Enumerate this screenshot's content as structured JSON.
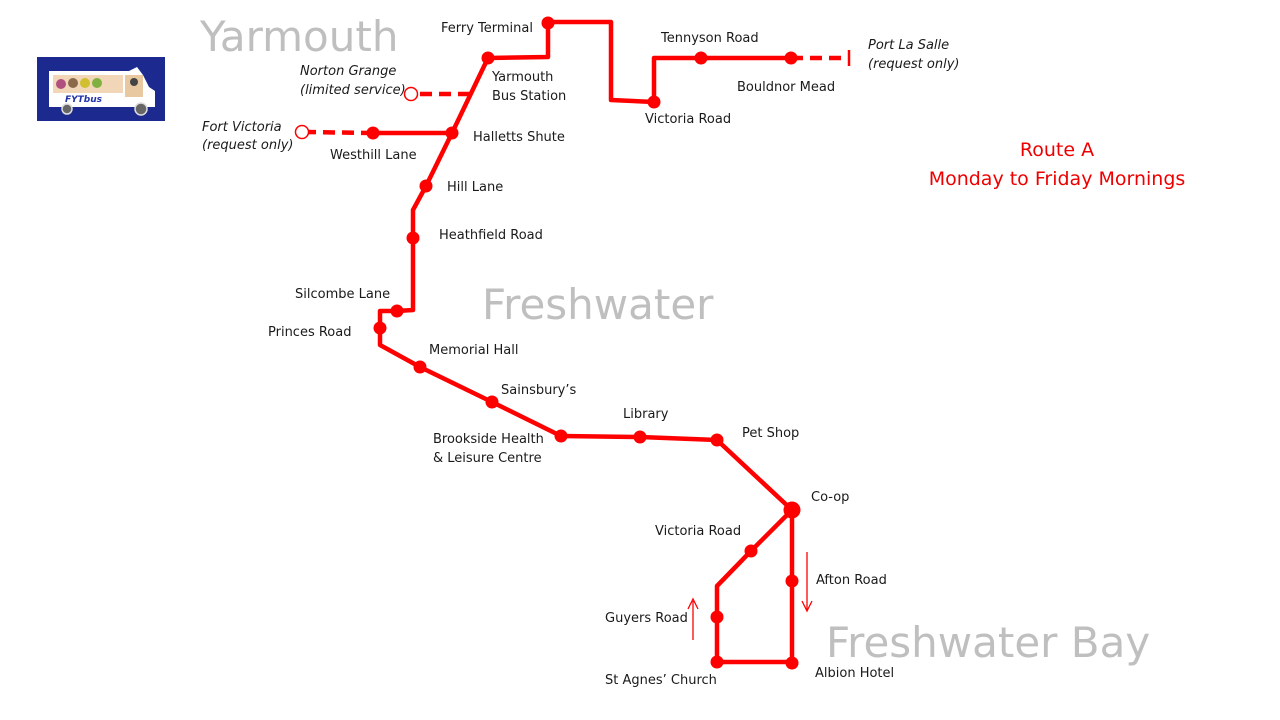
{
  "header": {
    "route": "Route A",
    "schedule": "Monday to Friday Mornings",
    "title_color": "#ee0000"
  },
  "logo": {
    "name": "FYTbus",
    "icon": "bus-logo-icon",
    "background": "#1c2a8f"
  },
  "areas": [
    "Yarmouth",
    "Freshwater",
    "Freshwater Bay"
  ],
  "route_color": "#ff0000",
  "stops": {
    "ferry_terminal": "Ferry Terminal",
    "yarmouth_bus_station_1": "Yarmouth",
    "yarmouth_bus_station_2": "Bus Station",
    "norton_grange_1": "Norton Grange",
    "norton_grange_2": "(limited service)",
    "fort_victoria_1": "Fort Victoria",
    "fort_victoria_2": "(request only)",
    "westhill_lane": "Westhill Lane",
    "halletts_shute": "Halletts Shute",
    "hill_lane": "Hill Lane",
    "heathfield_road": "Heathfield Road",
    "silcombe_lane": "Silcombe Lane",
    "princes_road": "Princes Road",
    "memorial_hall": "Memorial Hall",
    "sainsburys": "Sainsbury’s",
    "brookside_1": "Brookside Health",
    "brookside_2": "& Leisure Centre",
    "library": "Library",
    "pet_shop": "Pet Shop",
    "co_op": "Co-op",
    "victoria_road_south": "Victoria Road",
    "afton_road": "Afton Road",
    "guyers_road": "Guyers Road",
    "st_agnes_church": "St Agnes’ Church",
    "albion_hotel": "Albion Hotel",
    "victoria_road_north": "Victoria Road",
    "tennyson_road": "Tennyson Road",
    "bouldnor_mead": "Bouldnor Mead",
    "port_la_salle_1": "Port La Salle",
    "port_la_salle_2": "(request only)"
  }
}
